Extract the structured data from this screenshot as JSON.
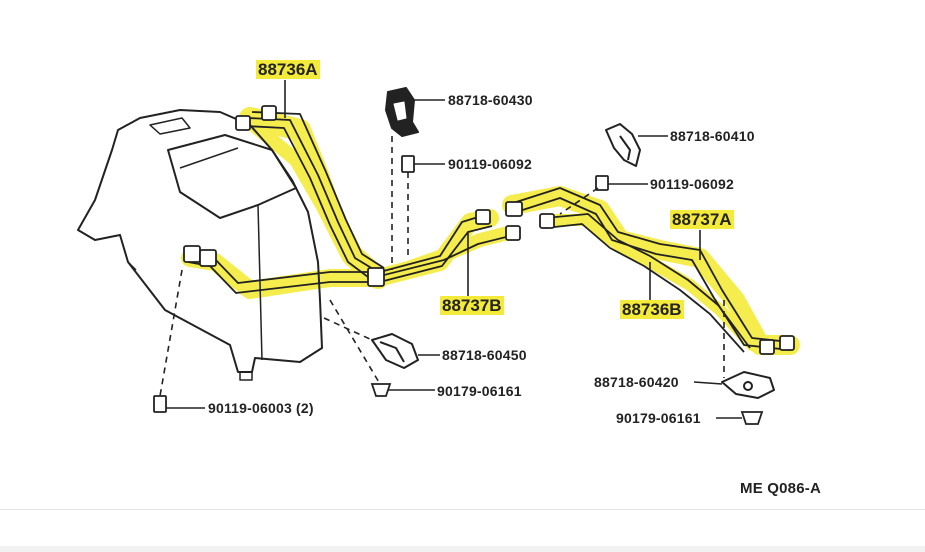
{
  "labels": {
    "p88736A": "88736A",
    "p88718_60430": "88718-60430",
    "p90119_06092_top": "90119-06092",
    "p88718_60410": "88718-60410",
    "p90119_06092_right": "90119-06092",
    "p88737A": "88737A",
    "p88737B": "88737B",
    "p88736B": "88736B",
    "p88718_60450": "88718-60450",
    "p90179_06161_left": "90179-06161",
    "p90119_06003": "90119-06003 (2)",
    "p88718_60420": "88718-60420",
    "p90179_06161_right": "90179-06161",
    "code": "ME  Q086-A"
  },
  "colors": {
    "highlight": "#f4ea3a",
    "ink": "#222222",
    "background": "#ffffff"
  }
}
